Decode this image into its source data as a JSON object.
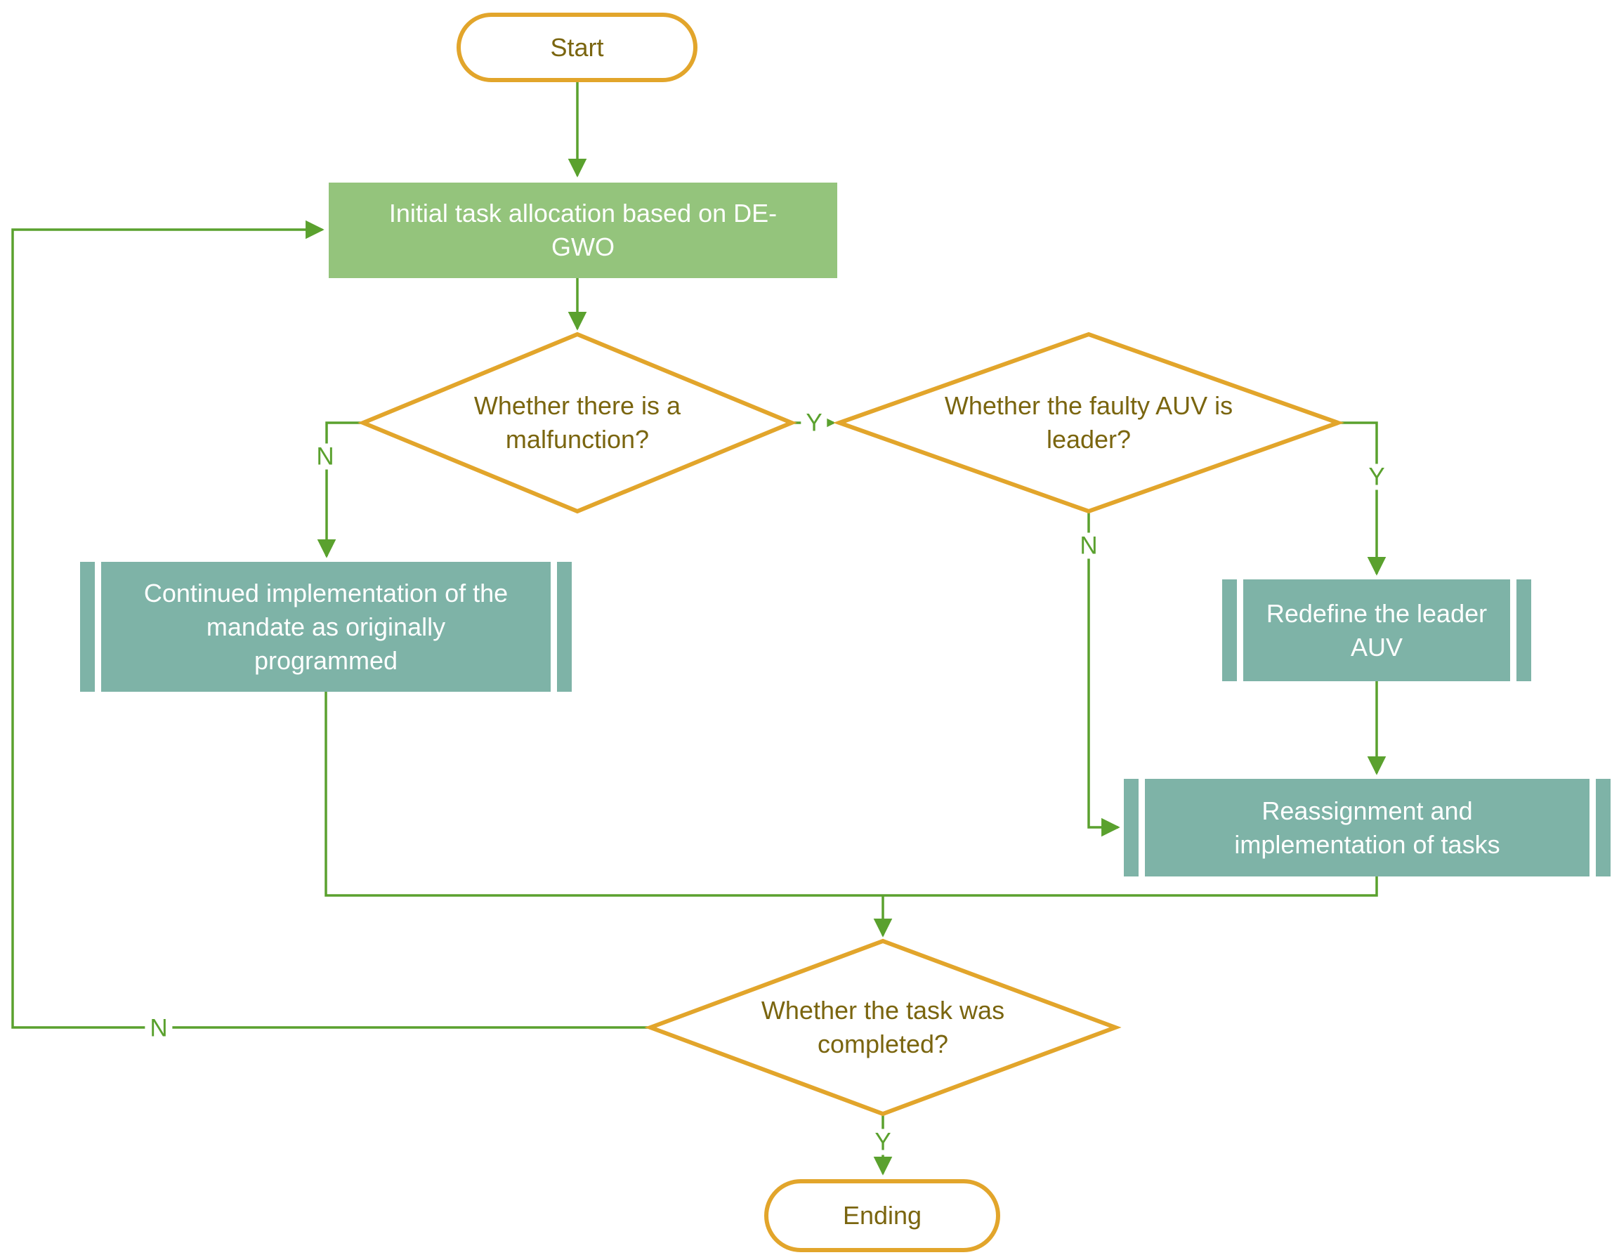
{
  "diagram": {
    "title": "AUV task allocation flowchart",
    "nodes": {
      "start": {
        "type": "terminator",
        "label": "Start"
      },
      "initial_allocation": {
        "type": "process",
        "line1": "Initial task allocation based on DE-",
        "line2": "GWO"
      },
      "malfunction_decision": {
        "type": "decision",
        "line1": "Whether there is a",
        "line2": "malfunction?"
      },
      "faulty_leader_decision": {
        "type": "decision",
        "line1": "Whether the faulty AUV is",
        "line2": "leader?"
      },
      "continue_mandate": {
        "type": "predefined-process",
        "line1": "Continued implementation of the",
        "line2": "mandate as originally",
        "line3": "programmed"
      },
      "redefine_leader": {
        "type": "predefined-process",
        "line1": "Redefine the leader",
        "line2": "AUV"
      },
      "reassignment": {
        "type": "predefined-process",
        "line1": "Reassignment and",
        "line2": "implementation of tasks"
      },
      "task_completed_decision": {
        "type": "decision",
        "line1": "Whether the task was",
        "line2": "completed?"
      },
      "ending": {
        "type": "terminator",
        "label": "Ending"
      }
    },
    "edge_labels": {
      "malfunction_yes": "Y",
      "malfunction_no": "N",
      "leader_yes": "Y",
      "leader_no": "N",
      "completed_yes": "Y",
      "completed_no": "N"
    },
    "colors": {
      "node_border_orange": "#E2A52B",
      "process_green": "#94C47C",
      "predefined_teal": "#7EB3A7",
      "connector_green": "#5AA12E",
      "terminator_text": "#7A650F",
      "decision_text": "#7A650F",
      "box_text": "#FFFFFF",
      "background": "#FFFFFF"
    }
  }
}
